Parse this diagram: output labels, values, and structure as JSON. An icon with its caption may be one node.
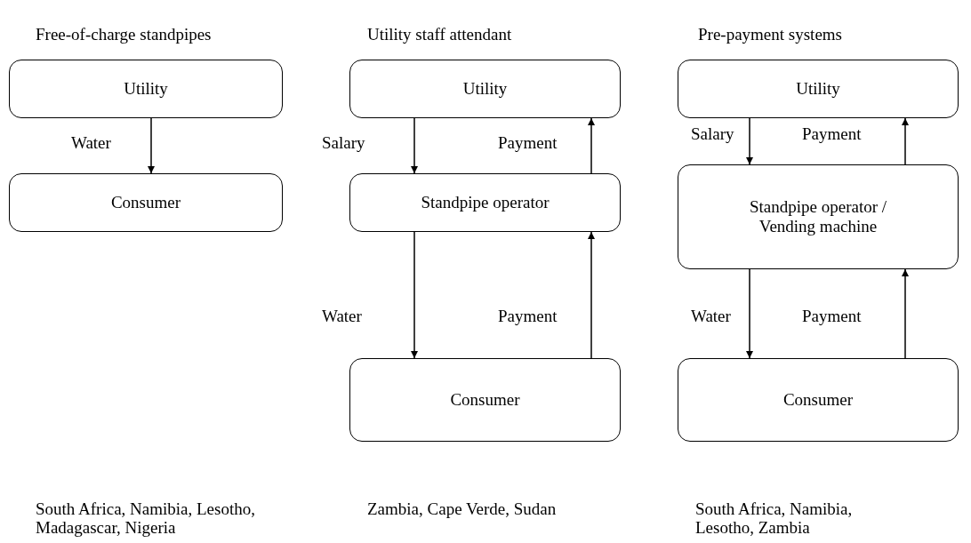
{
  "diagram": {
    "nodes": [
      {
        "text": [
          "Utility"
        ]
      },
      {
        "text": [
          "Consumer"
        ]
      },
      {
        "text": [
          "Utility"
        ]
      },
      {
        "text": [
          "Standpipe operator"
        ]
      },
      {
        "text": [
          "Consumer"
        ]
      },
      {
        "text": [
          "Utility"
        ]
      },
      {
        "text": [
          "Standpipe operator / Vending machine"
        ]
      },
      {
        "text": [
          "Consumer"
        ]
      }
    ],
    "edges": [
      {
        "from": 0,
        "to": 1,
        "arrow": "to",
        "label": "Water"
      },
      {
        "from": 2,
        "to": 3,
        "arrow": "to",
        "label": "Salary"
      },
      {
        "from": 3,
        "to": 2,
        "arrow": "to",
        "label": "Payment"
      },
      {
        "from": 3,
        "to": 4,
        "arrow": "to",
        "label": "Water"
      },
      {
        "from": 4,
        "to": 3,
        "arrow": "to",
        "label": "Payment"
      },
      {
        "from": 5,
        "to": 6,
        "arrow": "to",
        "label": "Salary"
      },
      {
        "from": 6,
        "to": 5,
        "arrow": "to",
        "label": "Payment"
      },
      {
        "from": 6,
        "to": 7,
        "arrow": "to",
        "label": "Water"
      },
      {
        "from": 7,
        "to": 6,
        "arrow": "to",
        "label": "Payment"
      }
    ],
    "labels": [
      "Free-of-charge standpipes",
      "Utility staff attendant",
      "Pre-payment systems",
      "South Africa, Namibia, Lesotho, Madagascar, Nigeria",
      "Zambia, Cape Verde, Sudan",
      "South Africa, Namibia, Lesotho, Zambia"
    ]
  }
}
